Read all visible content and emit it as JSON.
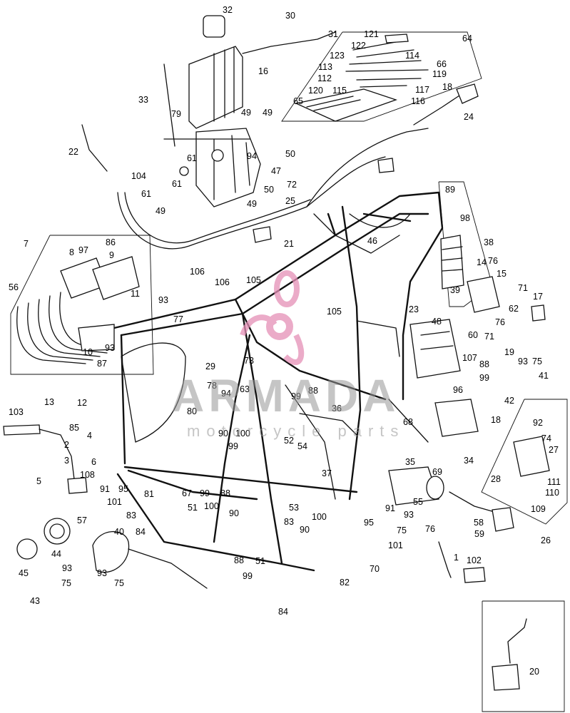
{
  "diagram": {
    "callouts": [
      {
        "id": "c32",
        "text": "32"
      },
      {
        "id": "c30",
        "text": "30"
      },
      {
        "id": "c31",
        "text": "31"
      },
      {
        "id": "c121",
        "text": "121"
      },
      {
        "id": "c64",
        "text": "64"
      },
      {
        "id": "c122",
        "text": "122"
      },
      {
        "id": "c114",
        "text": "114"
      },
      {
        "id": "c123",
        "text": "123"
      },
      {
        "id": "c66",
        "text": "66"
      },
      {
        "id": "c113",
        "text": "113"
      },
      {
        "id": "c119",
        "text": "119"
      },
      {
        "id": "c112",
        "text": "112"
      },
      {
        "id": "c18a",
        "text": "18"
      },
      {
        "id": "c120",
        "text": "120"
      },
      {
        "id": "c115",
        "text": "115"
      },
      {
        "id": "c117",
        "text": "117"
      },
      {
        "id": "c116",
        "text": "116"
      },
      {
        "id": "c65",
        "text": "65"
      },
      {
        "id": "c24",
        "text": "24"
      },
      {
        "id": "c16",
        "text": "16"
      },
      {
        "id": "c33",
        "text": "33"
      },
      {
        "id": "c79",
        "text": "79"
      },
      {
        "id": "c49a",
        "text": "49"
      },
      {
        "id": "c49b",
        "text": "49"
      },
      {
        "id": "c22",
        "text": "22"
      },
      {
        "id": "c50a",
        "text": "50"
      },
      {
        "id": "c94",
        "text": "94"
      },
      {
        "id": "c104",
        "text": "104"
      },
      {
        "id": "c61a",
        "text": "61"
      },
      {
        "id": "c61b",
        "text": "61"
      },
      {
        "id": "c61c",
        "text": "61"
      },
      {
        "id": "c47",
        "text": "47"
      },
      {
        "id": "c72",
        "text": "72"
      },
      {
        "id": "c50b",
        "text": "50"
      },
      {
        "id": "c49c",
        "text": "49"
      },
      {
        "id": "c49d",
        "text": "49"
      },
      {
        "id": "c25",
        "text": "25"
      },
      {
        "id": "c89",
        "text": "89"
      },
      {
        "id": "c98",
        "text": "98"
      },
      {
        "id": "c21",
        "text": "21"
      },
      {
        "id": "c7",
        "text": "7"
      },
      {
        "id": "c86",
        "text": "86"
      },
      {
        "id": "c46",
        "text": "46"
      },
      {
        "id": "c38",
        "text": "38"
      },
      {
        "id": "c97",
        "text": "97"
      },
      {
        "id": "c8",
        "text": "8"
      },
      {
        "id": "c9",
        "text": "9"
      },
      {
        "id": "c76a",
        "text": "76"
      },
      {
        "id": "c14",
        "text": "14"
      },
      {
        "id": "c15",
        "text": "15"
      },
      {
        "id": "c71a",
        "text": "71"
      },
      {
        "id": "c106a",
        "text": "106"
      },
      {
        "id": "c106b",
        "text": "106"
      },
      {
        "id": "c105a",
        "text": "105"
      },
      {
        "id": "c17",
        "text": "17"
      },
      {
        "id": "c39",
        "text": "39"
      },
      {
        "id": "c56",
        "text": "56"
      },
      {
        "id": "c11",
        "text": "11"
      },
      {
        "id": "c93a",
        "text": "93"
      },
      {
        "id": "c62",
        "text": "62"
      },
      {
        "id": "c77",
        "text": "77"
      },
      {
        "id": "c105b",
        "text": "105"
      },
      {
        "id": "c23",
        "text": "23"
      },
      {
        "id": "c48",
        "text": "48"
      },
      {
        "id": "c76b",
        "text": "76"
      },
      {
        "id": "c60",
        "text": "60"
      },
      {
        "id": "c71b",
        "text": "71"
      },
      {
        "id": "c19",
        "text": "19"
      },
      {
        "id": "c93b",
        "text": "93"
      },
      {
        "id": "c107",
        "text": "107"
      },
      {
        "id": "c10",
        "text": "10"
      },
      {
        "id": "c87",
        "text": "87"
      },
      {
        "id": "c93c",
        "text": "93"
      },
      {
        "id": "c75a",
        "text": "75"
      },
      {
        "id": "c88a",
        "text": "88"
      },
      {
        "id": "c41",
        "text": "41"
      },
      {
        "id": "c99a",
        "text": "99"
      },
      {
        "id": "c29",
        "text": "29"
      },
      {
        "id": "c73",
        "text": "73"
      },
      {
        "id": "c78",
        "text": "78"
      },
      {
        "id": "c94b",
        "text": "94"
      },
      {
        "id": "c63",
        "text": "63"
      },
      {
        "id": "c96",
        "text": "96"
      },
      {
        "id": "c42",
        "text": "42"
      },
      {
        "id": "c13",
        "text": "13"
      },
      {
        "id": "c12",
        "text": "12"
      },
      {
        "id": "c99b",
        "text": "99"
      },
      {
        "id": "c88b",
        "text": "88"
      },
      {
        "id": "c80",
        "text": "80"
      },
      {
        "id": "c36",
        "text": "36"
      },
      {
        "id": "c103",
        "text": "103"
      },
      {
        "id": "c18b",
        "text": "18"
      },
      {
        "id": "c90a",
        "text": "90"
      },
      {
        "id": "c100a",
        "text": "100"
      },
      {
        "id": "c68",
        "text": "68"
      },
      {
        "id": "c92",
        "text": "92"
      },
      {
        "id": "c85",
        "text": "85"
      },
      {
        "id": "c99c",
        "text": "99"
      },
      {
        "id": "c52",
        "text": "52"
      },
      {
        "id": "c54",
        "text": "54"
      },
      {
        "id": "c74",
        "text": "74"
      },
      {
        "id": "c27",
        "text": "27"
      },
      {
        "id": "c4",
        "text": "4"
      },
      {
        "id": "c2",
        "text": "2"
      },
      {
        "id": "c3",
        "text": "3"
      },
      {
        "id": "c6",
        "text": "6"
      },
      {
        "id": "c34",
        "text": "34"
      },
      {
        "id": "c35",
        "text": "35"
      },
      {
        "id": "c108",
        "text": "108"
      },
      {
        "id": "c37",
        "text": "37"
      },
      {
        "id": "c69",
        "text": "69"
      },
      {
        "id": "c28",
        "text": "28"
      },
      {
        "id": "c111",
        "text": "111"
      },
      {
        "id": "c5",
        "text": "5"
      },
      {
        "id": "c91a",
        "text": "91"
      },
      {
        "id": "c95a",
        "text": "95"
      },
      {
        "id": "c110",
        "text": "110"
      },
      {
        "id": "c101a",
        "text": "101"
      },
      {
        "id": "c81",
        "text": "81"
      },
      {
        "id": "c67",
        "text": "67"
      },
      {
        "id": "c99d",
        "text": "99"
      },
      {
        "id": "c88c",
        "text": "88"
      },
      {
        "id": "c53",
        "text": "53"
      },
      {
        "id": "c55",
        "text": "55"
      },
      {
        "id": "c109",
        "text": "109"
      },
      {
        "id": "c51a",
        "text": "51"
      },
      {
        "id": "c100b",
        "text": "100"
      },
      {
        "id": "c93d",
        "text": "93"
      },
      {
        "id": "c91b",
        "text": "91"
      },
      {
        "id": "c83a",
        "text": "83"
      },
      {
        "id": "c90b",
        "text": "90"
      },
      {
        "id": "c95b",
        "text": "95"
      },
      {
        "id": "c75b",
        "text": "75"
      },
      {
        "id": "c58",
        "text": "58"
      },
      {
        "id": "c57",
        "text": "57"
      },
      {
        "id": "c40",
        "text": "40"
      },
      {
        "id": "c84a",
        "text": "84"
      },
      {
        "id": "c83b",
        "text": "83"
      },
      {
        "id": "c100c",
        "text": "100"
      },
      {
        "id": "c76c",
        "text": "76"
      },
      {
        "id": "c59",
        "text": "59"
      },
      {
        "id": "c26",
        "text": "26"
      },
      {
        "id": "c90c",
        "text": "90"
      },
      {
        "id": "c101b",
        "text": "101"
      },
      {
        "id": "c44",
        "text": "44"
      },
      {
        "id": "c88d",
        "text": "88"
      },
      {
        "id": "c51b",
        "text": "51"
      },
      {
        "id": "c1",
        "text": "1"
      },
      {
        "id": "c102",
        "text": "102"
      },
      {
        "id": "c45",
        "text": "45"
      },
      {
        "id": "c93e",
        "text": "93"
      },
      {
        "id": "c93f",
        "text": "93"
      },
      {
        "id": "c99e",
        "text": "99"
      },
      {
        "id": "c70",
        "text": "70"
      },
      {
        "id": "c75c",
        "text": "75"
      },
      {
        "id": "c75d",
        "text": "75"
      },
      {
        "id": "c82",
        "text": "82"
      },
      {
        "id": "c43",
        "text": "43"
      },
      {
        "id": "c84b",
        "text": "84"
      },
      {
        "id": "c20",
        "text": "20"
      }
    ]
  },
  "watermark": {
    "brand": "ARMADA",
    "tagline": "motorcycle parts",
    "logo_color": "#e58fb6"
  }
}
